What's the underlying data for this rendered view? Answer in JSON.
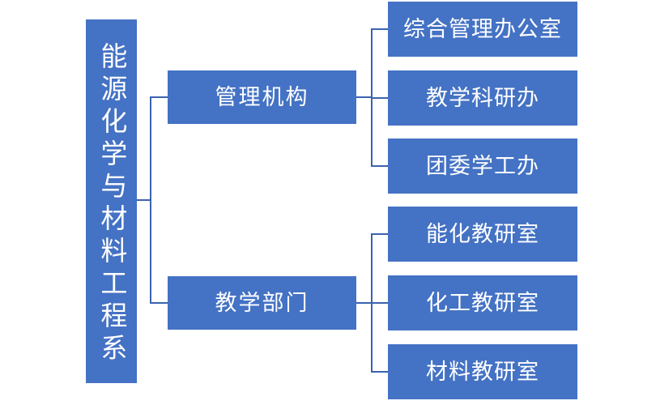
{
  "diagram": {
    "type": "org-chart",
    "orientation": "horizontal-left-to-right",
    "colors": {
      "node_fill": "#4472C4",
      "node_text": "#FFFFFF",
      "connector": "#3A63B0",
      "background": "#FFFFFF"
    },
    "root": {
      "label": "能源化学与材料工程系",
      "text_direction": "vertical"
    },
    "branches": [
      {
        "label": "管理机构",
        "children": [
          {
            "label": "综合管理办公室"
          },
          {
            "label": "教学科研办"
          },
          {
            "label": "团委学工办"
          }
        ]
      },
      {
        "label": "教学部门",
        "children": [
          {
            "label": "能化教研室"
          },
          {
            "label": "化工教研室"
          },
          {
            "label": "材料教研室"
          }
        ]
      }
    ]
  }
}
